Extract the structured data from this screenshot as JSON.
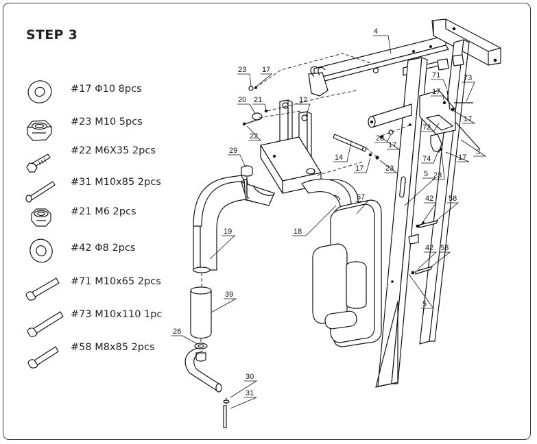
{
  "step_title": "STEP 3",
  "parts": [
    {
      "label": "#17 Φ10 8pcs",
      "icon": "washer-icon"
    },
    {
      "label": "#23 M10 5pcs",
      "icon": "hex-nut-icon"
    },
    {
      "label": "#22 M6X35 2pcs",
      "icon": "hex-bolt-icon"
    },
    {
      "label": "#31 M10x85 2pcs",
      "icon": "long-bolt-icon"
    },
    {
      "label": "#21 M6 2pcs",
      "icon": "small-nut-icon"
    },
    {
      "label": "#42 Φ8 2pcs",
      "icon": "washer-icon"
    },
    {
      "label": "#71 M10x65 2pcs",
      "icon": "bolt-icon"
    },
    {
      "label": "#73 M10x110 1pc",
      "icon": "bolt-icon"
    },
    {
      "label": "#58 M8x85 2pcs",
      "icon": "bolt-icon"
    }
  ],
  "callouts": {
    "c4": "4",
    "c23a": "23",
    "c17a": "17",
    "c20": "20",
    "c21": "21",
    "c12": "12",
    "c22": "22",
    "c71": "71",
    "c73": "73",
    "c17b": "17",
    "c17c": "17",
    "c72": "72",
    "c23b": "23",
    "c17d": "17",
    "c3": "3",
    "c14": "14",
    "c17e": "17",
    "c23c": "23",
    "c74": "74",
    "c17f": "17",
    "c23d": "23",
    "c29": "29",
    "c5a": "5",
    "c42a": "42",
    "c58a": "58",
    "c57": "57",
    "c18": "18",
    "c19": "19",
    "c42b": "42",
    "c58b": "58",
    "c39": "39",
    "c5b": "5",
    "c26": "26",
    "c30": "30",
    "c31": "31"
  }
}
